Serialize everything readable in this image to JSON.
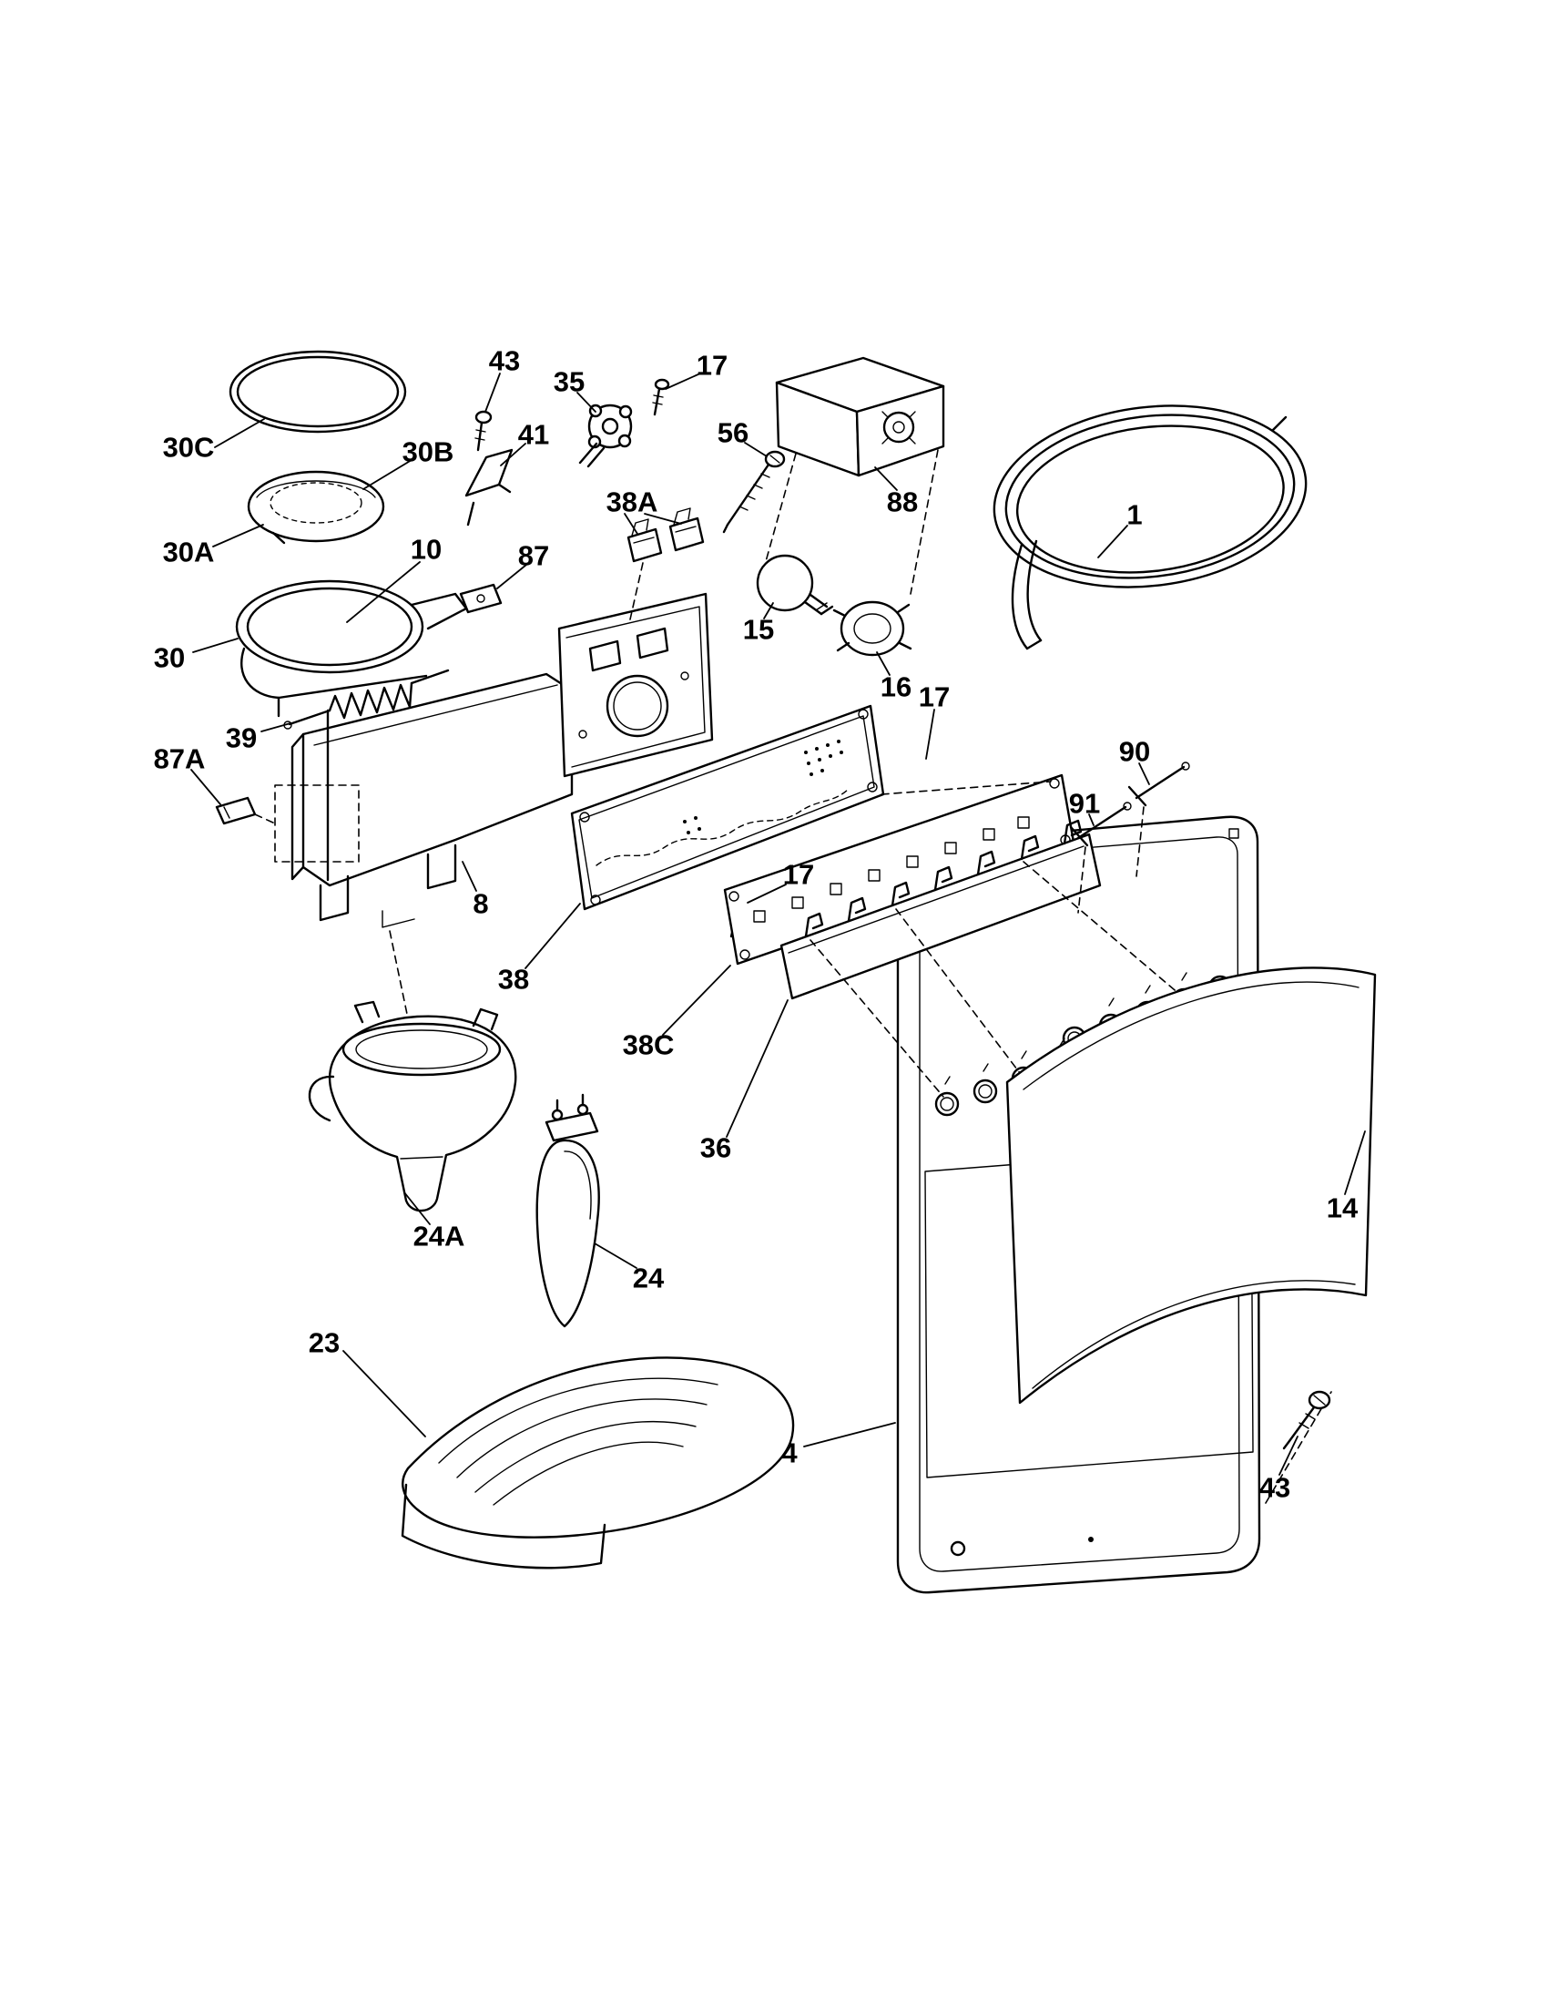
{
  "diagram": {
    "type": "exploded-parts-diagram",
    "colors": {
      "background": "#ffffff",
      "line": "#000000",
      "label_text": "#000000"
    },
    "labels": [
      {
        "id": "30C"
      },
      {
        "id": "43"
      },
      {
        "id": "35"
      },
      {
        "id": "17"
      },
      {
        "id": "56"
      },
      {
        "id": "88"
      },
      {
        "id": "30B"
      },
      {
        "id": "41"
      },
      {
        "id": "38A"
      },
      {
        "id": "1"
      },
      {
        "id": "30A"
      },
      {
        "id": "10"
      },
      {
        "id": "87"
      },
      {
        "id": "15"
      },
      {
        "id": "16"
      },
      {
        "id": "30"
      },
      {
        "id": "17"
      },
      {
        "id": "90"
      },
      {
        "id": "39"
      },
      {
        "id": "91"
      },
      {
        "id": "87A"
      },
      {
        "id": "8"
      },
      {
        "id": "17"
      },
      {
        "id": "38"
      },
      {
        "id": "38C"
      },
      {
        "id": "36"
      },
      {
        "id": "24A"
      },
      {
        "id": "24"
      },
      {
        "id": "23"
      },
      {
        "id": "14"
      },
      {
        "id": "4"
      },
      {
        "id": "43"
      }
    ]
  }
}
